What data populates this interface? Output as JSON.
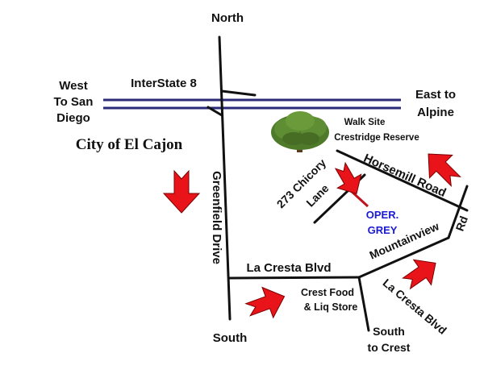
{
  "labels": {
    "north": "North",
    "south": "South",
    "interstate": "InterState 8",
    "west_line1": "West",
    "west_line2": "To San",
    "west_line3": "Diego",
    "east_line1": "East to",
    "east_line2": "Alpine",
    "city": "City of El Cajon",
    "walk_site_line1": "Walk Site",
    "walk_site_line2": "Crestridge Reserve",
    "greenfield": "Greenfield Drive",
    "chicory_line1": "273 Chicory",
    "chicory_line2": "Lane",
    "horsemill": "Horsemill Road",
    "oper_line1": "OPER.",
    "oper_line2": "GREY",
    "mountainview": "Mountainview",
    "rd": "Rd",
    "la_cresta_blvd_h": "La Cresta Blvd",
    "la_cresta_blvd_diag": "La Cresta Blvd",
    "crest_food_line1": "Crest Food",
    "crest_food_line2": "& Liq Store",
    "south_crest_line1": "South",
    "south_crest_line2": "to Crest"
  },
  "colors": {
    "arrow": "#e8141a",
    "highway": "#2b2b7a",
    "oper_text": "#1a1ad4",
    "tree_foliage": "#4f7a2a"
  },
  "icons": {
    "tree": "tree-icon",
    "arrows": "direction-arrow-icon"
  }
}
